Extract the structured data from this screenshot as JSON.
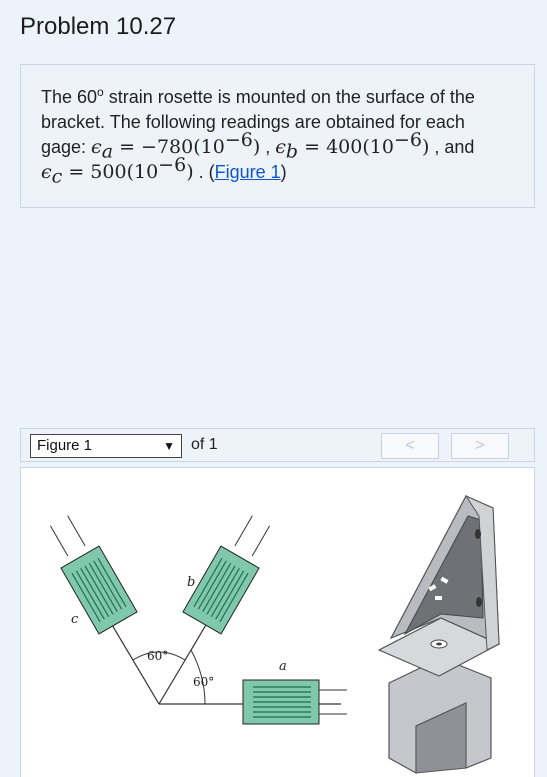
{
  "problem": {
    "title": "Problem 10.27",
    "text_line1": "The 60",
    "degree": "o",
    "text_line1b": " strain rosette is mounted on the surface of the",
    "text_line2": "bracket. The following readings are obtained for each",
    "gage_label": "gage: ",
    "eps_a_sym": "ϵ",
    "eps_a_sub": "a",
    "eps_a_val": " = −780(10",
    "exp": "−6",
    "close": ")",
    "sep": " , ",
    "eps_b_sym": "ϵ",
    "eps_b_sub": "b",
    "eps_b_val": " = 400(10",
    "and_text": " , and",
    "eps_c_sym": "ϵ",
    "eps_c_sub": "c",
    "eps_c_val": " = 500(10",
    "period_paren": " . (",
    "figure_link": "Figure 1",
    "end_paren": ")"
  },
  "figure_toolbar": {
    "select_value": "Figure 1",
    "of_text": "of 1",
    "prev_label": "<",
    "next_label": ">"
  },
  "figure": {
    "label_a": "a",
    "label_b": "b",
    "label_c": "c",
    "angle1": "60°",
    "angle2": "60°",
    "gauge_color": "#7fc8ad",
    "bracket_color": "#c4c7cb"
  }
}
